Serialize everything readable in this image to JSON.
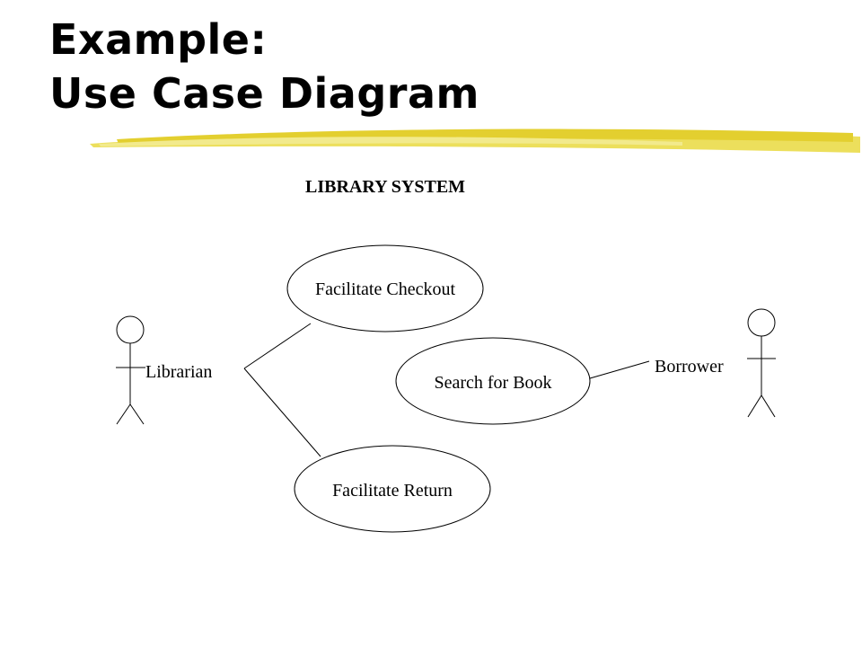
{
  "slide": {
    "title_line1": "Example:",
    "title_line2": "Use Case Diagram"
  },
  "diagram": {
    "system_label": "LIBRARY SYSTEM",
    "actors": {
      "librarian": "Librarian",
      "borrower": "Borrower"
    },
    "use_cases": {
      "checkout": "Facilitate Checkout",
      "search": "Search for Book",
      "return": "Facilitate Return"
    }
  },
  "colors": {
    "stroke": "#000000",
    "underline_brush": "#e8d84a",
    "background": "#ffffff"
  }
}
